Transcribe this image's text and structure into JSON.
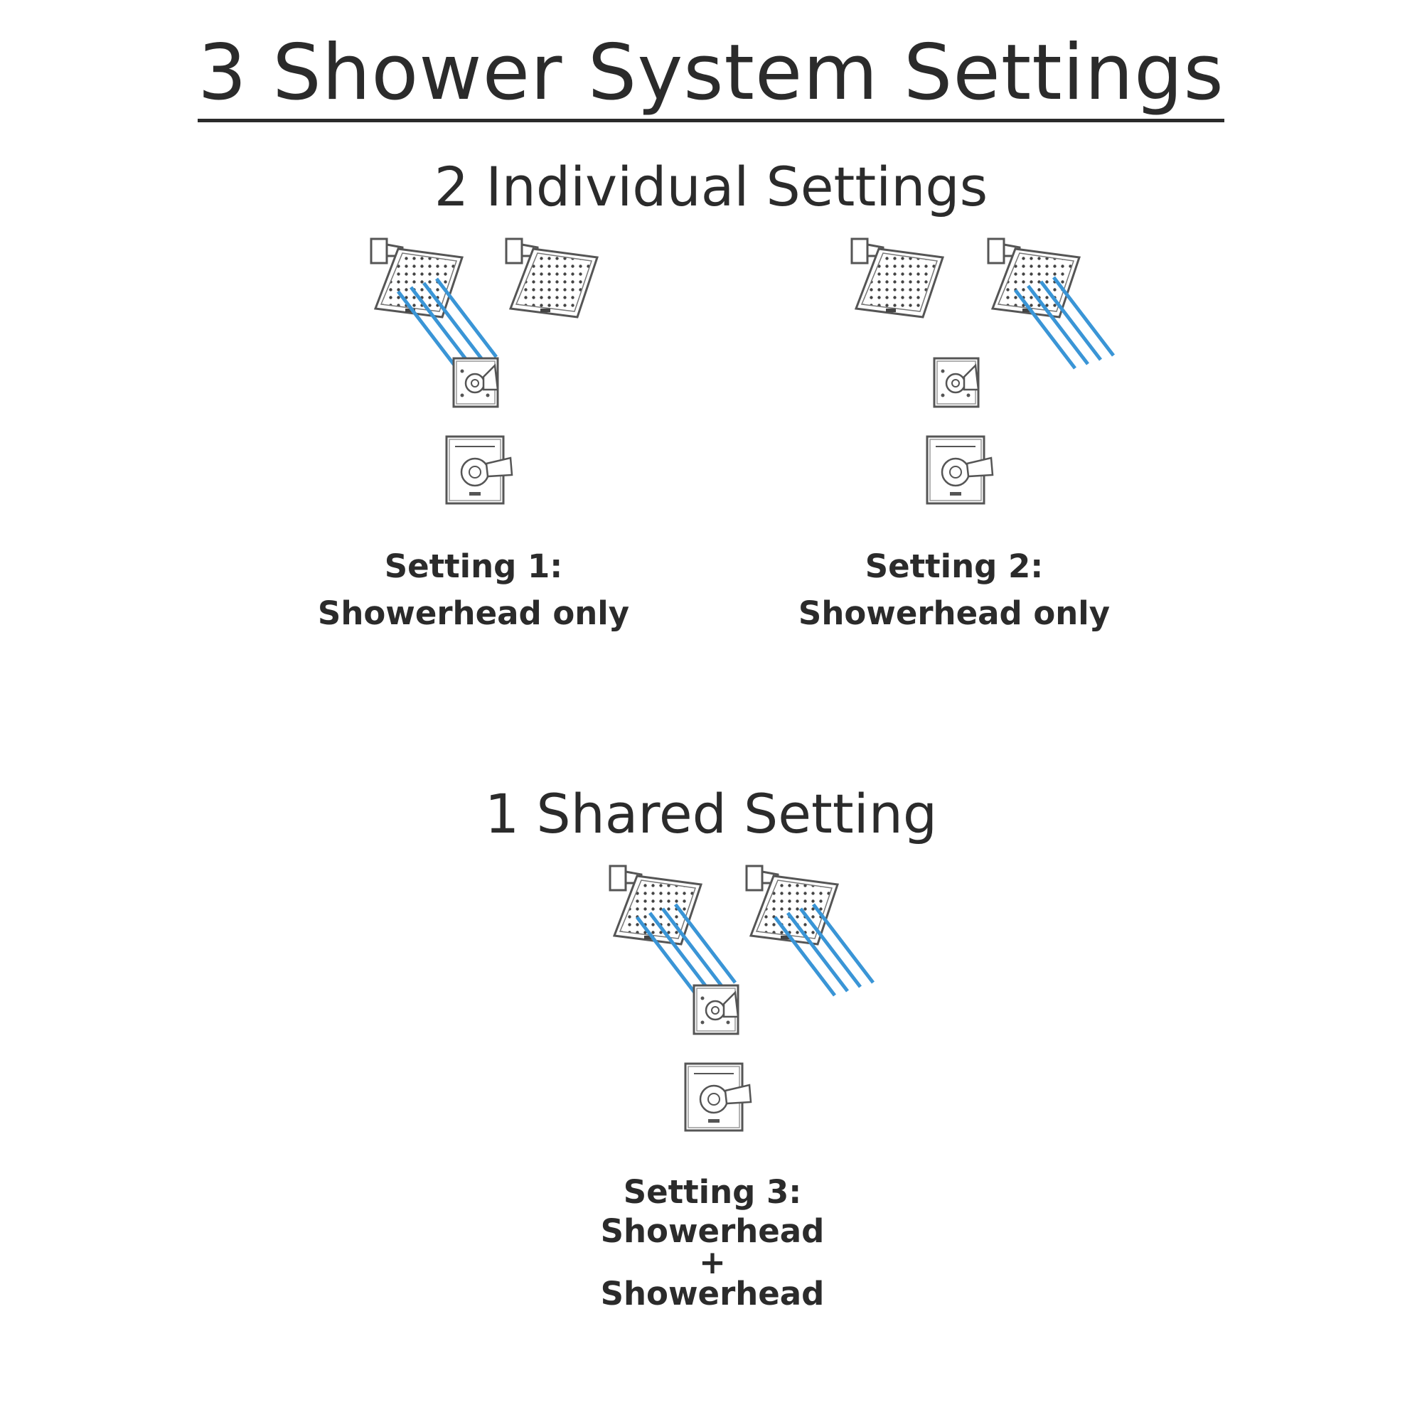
{
  "title": "3 Shower System Settings",
  "individual_heading": "2 Individual Settings",
  "shared_heading": "1 Shared Setting",
  "settings": [
    {
      "heading": "Setting 1:",
      "line1": "Showerhead only"
    },
    {
      "heading": "Setting 2:",
      "line1": "Showerhead only"
    },
    {
      "heading": "Setting 3:",
      "line1": "Showerhead",
      "line2": "+",
      "line3": "Showerhead"
    }
  ],
  "colors": {
    "water": "#3a95d6",
    "ink": "#2b2b2b"
  }
}
